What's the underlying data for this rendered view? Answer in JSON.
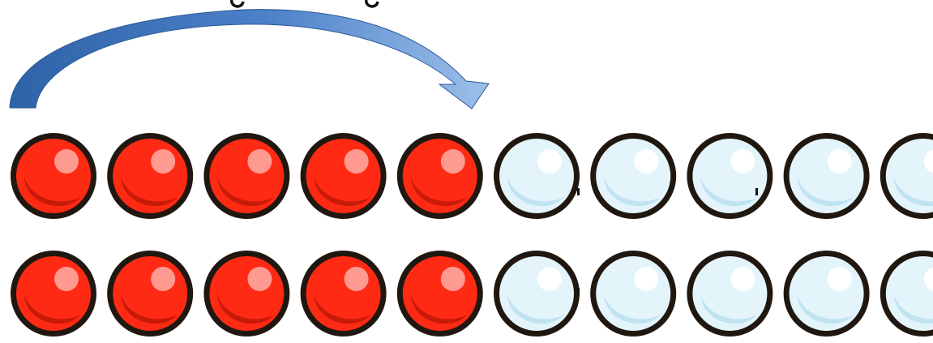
{
  "arrow": {
    "icon": "curved-arrow-icon",
    "gradient_start": "#2f63a8",
    "gradient_mid": "#4d82c9",
    "gradient_end": "#9ec0ea"
  },
  "frame": {
    "count": 10,
    "filled_per_row": 5,
    "rows": [
      {
        "name": "row-1",
        "red": 5,
        "white": 5
      },
      {
        "name": "row-2",
        "red": 5,
        "white": 5
      }
    ]
  },
  "colors": {
    "red_fill": "#ff2a14",
    "red_dark": "#c81a08",
    "red_highlight": "#ff9a90",
    "white_fill": "#e3f4fb",
    "white_shade": "#bfe3f1",
    "white_highlight": "#ffffff",
    "outline": "#201810"
  }
}
